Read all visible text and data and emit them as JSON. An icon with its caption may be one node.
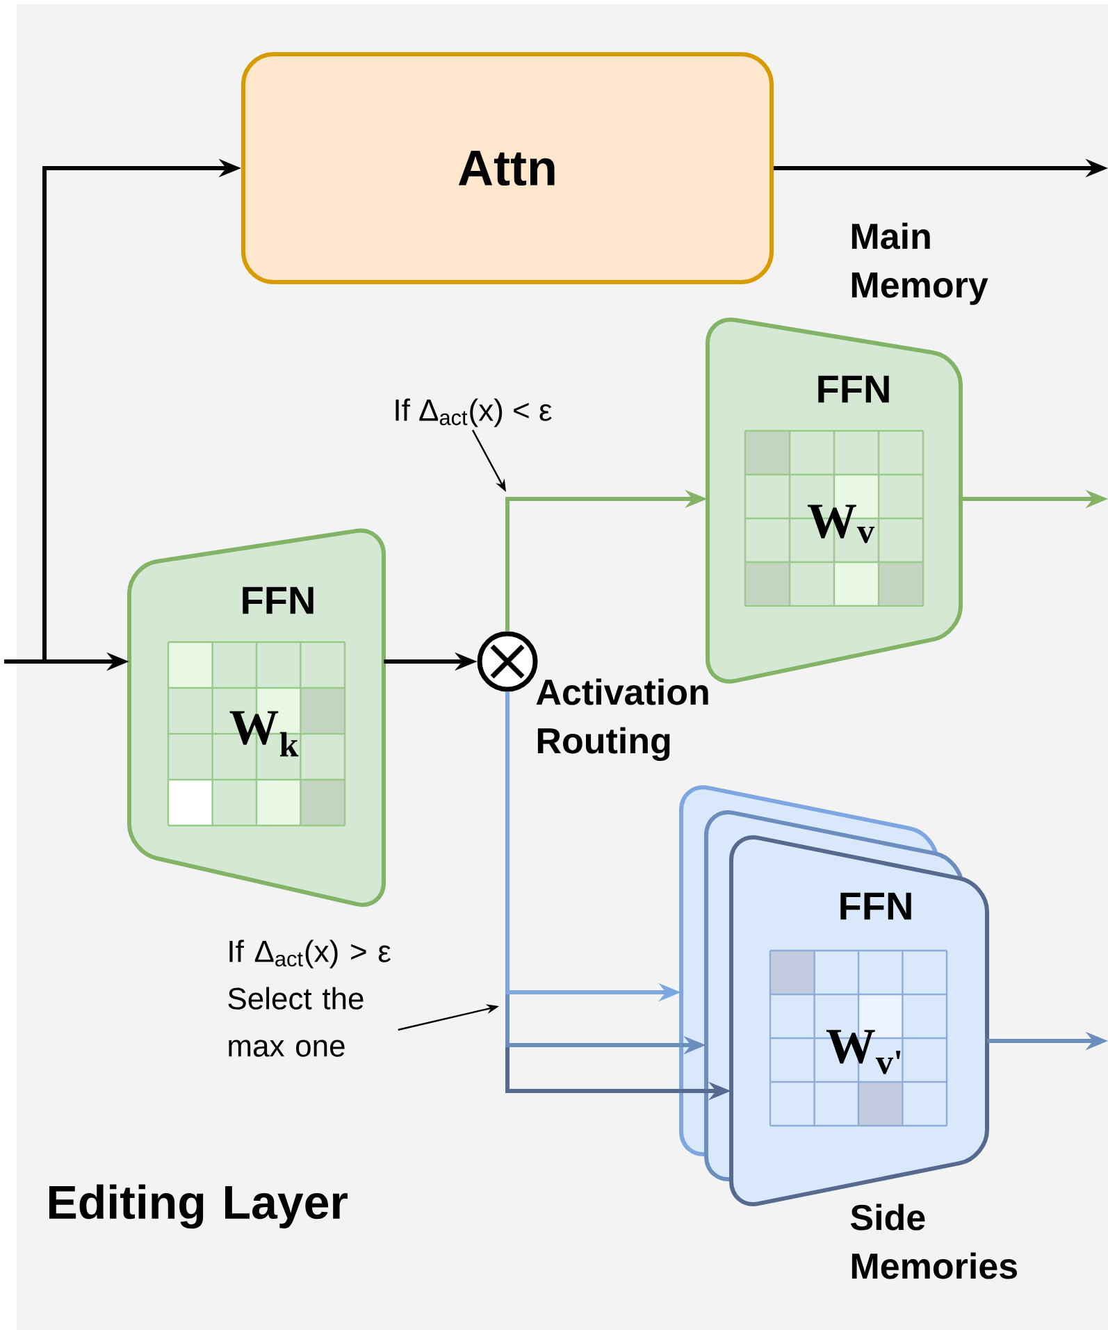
{
  "diagram": {
    "nodes": [
      {
        "text": [
          "Attn"
        ]
      },
      {
        "text": [
          "FFN",
          "W$_{k}$"
        ]
      },
      {
        "text": [],
        "shape": "circle",
        "beside": [
          "Activation Routing"
        ]
      },
      {
        "text": [
          "FFN",
          "W$_{v}$"
        ],
        "beside": [
          "Main Memory"
        ]
      },
      {
        "text": [
          "FFN",
          "W$_{v'}$"
        ],
        "beside": [
          "Side Memories"
        ]
      },
      {
        "text": [
          "If Δ$_{act}$(x) < ε"
        ]
      },
      {
        "text": [
          "If Δ$_{act}$(x) > ε",
          "Select the max one"
        ]
      }
    ],
    "edges": [
      {
        "from": null,
        "to": 0,
        "arrow": "to"
      },
      {
        "from": null,
        "to": 1,
        "arrow": "to"
      },
      {
        "from": 1,
        "to": 2,
        "arrow": "to"
      },
      {
        "from": 2,
        "to": 3,
        "arrow": "to",
        "color": "#82b366"
      },
      {
        "from": 2,
        "to": 4,
        "arrow": "to",
        "color": "#56698e"
      },
      {
        "from": 2,
        "to": 4,
        "arrow": "to",
        "color": "#6c8ebf"
      },
      {
        "from": 2,
        "to": 4,
        "arrow": "to",
        "color": "#7ea6e0"
      },
      {
        "from": 0,
        "to": null,
        "arrow": "to"
      },
      {
        "from": 3,
        "to": null,
        "arrow": "to",
        "color": "#82b366"
      },
      {
        "from": 4,
        "to": null,
        "arrow": "to",
        "color": "#6c8ebf"
      },
      {
        "from": 5,
        "to": null,
        "arrow": "to"
      },
      {
        "from": 6,
        "to": null,
        "arrow": "to"
      }
    ],
    "labels": [
      "Editing Layer"
    ]
  }
}
